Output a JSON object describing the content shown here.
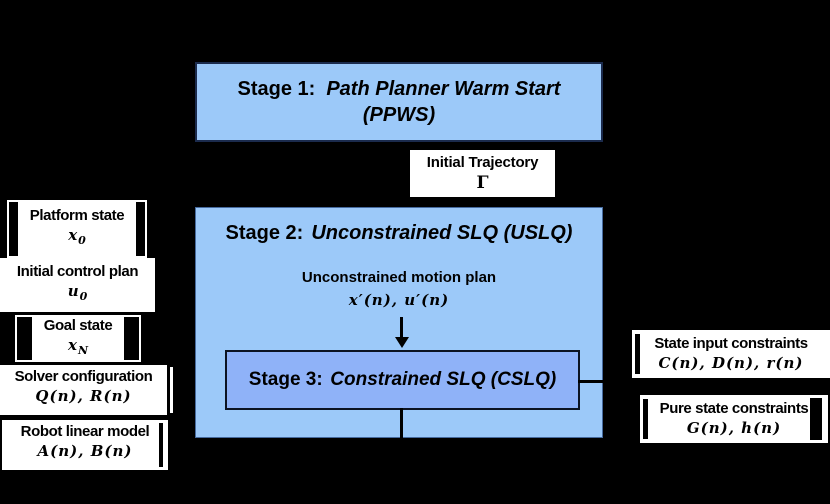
{
  "diagram": {
    "background_color": "#000000",
    "stage_fill_color": "#9CC9F9",
    "stage3_fill_color": "#8FB2F8",
    "label_box_color": "#FFFFFF",
    "text_color": "#000000"
  },
  "stage1": {
    "prefix": "Stage 1:",
    "title": "Path Planner Warm Start",
    "subtitle": "(PPWS)"
  },
  "initial_trajectory": {
    "label": "Initial Trajectory",
    "symbol": "Γ"
  },
  "stage2": {
    "prefix": "Stage 2:",
    "title": "Unconstrained SLQ (USLQ)"
  },
  "motion_plan": {
    "label": "Unconstrained motion plan",
    "math": "x′(n), u′(n)"
  },
  "stage3": {
    "prefix": "Stage 3:",
    "title": "Constrained SLQ (CSLQ)"
  },
  "left_inputs": [
    {
      "label": "Platform state",
      "math": "x",
      "sub": "0"
    },
    {
      "label": "Initial control plan",
      "math": "u",
      "sub": "0"
    },
    {
      "label": "Goal state",
      "math": "x",
      "sub": "N"
    },
    {
      "label": "Solver configuration",
      "math": "Q(n), R(n)",
      "sub": ""
    },
    {
      "label": "Robot linear model",
      "math": "A(n), B(n)",
      "sub": ""
    }
  ],
  "right_inputs": [
    {
      "label": "State input constraints",
      "math": "C(n), D(n), r(n)"
    },
    {
      "label": "Pure state constraints",
      "math": "G(n), h(n)"
    }
  ]
}
